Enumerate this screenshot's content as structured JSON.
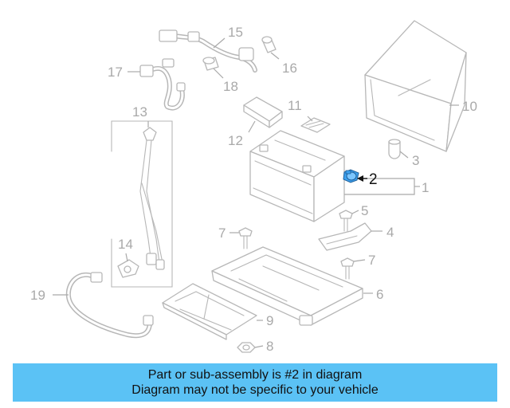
{
  "diagram": {
    "callouts": [
      {
        "id": "1",
        "label": "1"
      },
      {
        "id": "2",
        "label": "2",
        "highlighted": true
      },
      {
        "id": "3",
        "label": "3"
      },
      {
        "id": "4",
        "label": "4"
      },
      {
        "id": "5",
        "label": "5"
      },
      {
        "id": "6",
        "label": "6"
      },
      {
        "id": "7a",
        "label": "7"
      },
      {
        "id": "7b",
        "label": "7"
      },
      {
        "id": "8",
        "label": "8"
      },
      {
        "id": "9",
        "label": "9"
      },
      {
        "id": "10",
        "label": "10"
      },
      {
        "id": "11",
        "label": "11"
      },
      {
        "id": "12",
        "label": "12"
      },
      {
        "id": "13",
        "label": "13"
      },
      {
        "id": "14",
        "label": "14"
      },
      {
        "id": "15",
        "label": "15"
      },
      {
        "id": "16",
        "label": "16"
      },
      {
        "id": "17",
        "label": "17"
      },
      {
        "id": "18",
        "label": "18"
      },
      {
        "id": "19",
        "label": "19"
      }
    ],
    "colors": {
      "highlight_part": "#3da2f0",
      "line_art": "#b7b7b7",
      "callout_text": "#a9a9a9",
      "footer_bg": "#5bc2f5"
    }
  },
  "footer": {
    "line1": "Part or sub-assembly is #2 in diagram",
    "line2": "Diagram may not be specific to your vehicle"
  }
}
